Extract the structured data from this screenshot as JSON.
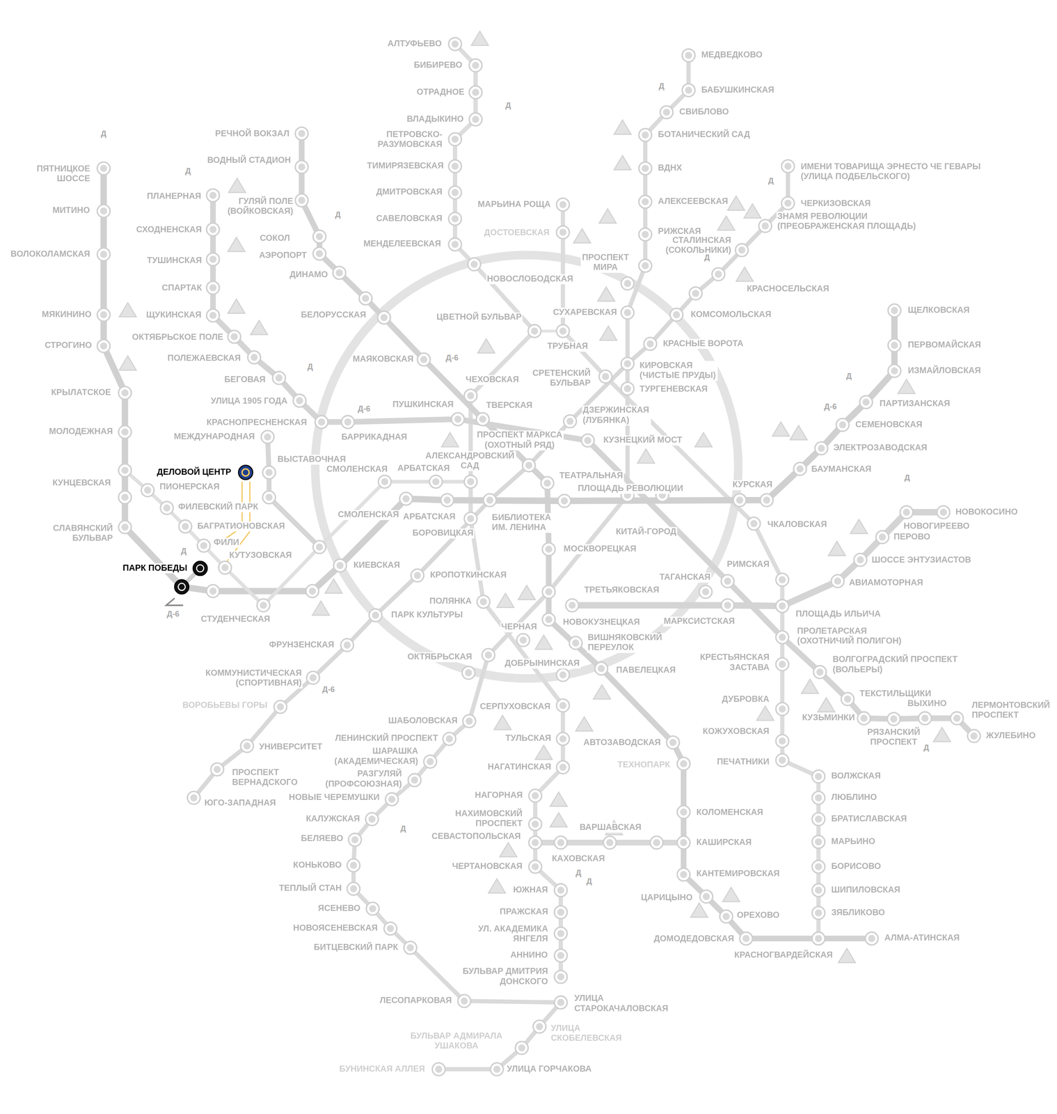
{
  "diagram": {
    "labels": [
      "АЛТУФЬЕВО",
      "БИБИРЕВО",
      "ОТРАДНОЕ",
      "ВЛАДЫКИНО",
      "ПЕТРОВСКО- РАЗУМОВСКАЯ",
      "ТИМИРЯЗЕВСКАЯ",
      "ДМИТРОВСКАЯ",
      "САВЕЛОВСКАЯ",
      "МЕНДЕЛЕЕВСКАЯ",
      "НОВОСЛОБОДСКАЯ",
      "МАРЬИНА РОЩА",
      "ДОСТОЕВСКАЯ",
      "МЕДВЕДКОВО",
      "БАБУШКИНСКАЯ",
      "СВИБЛОВО",
      "БОТАНИЧЕСКИЙ САД",
      "ВДНХ",
      "АЛЕКСЕЕВСКАЯ",
      "РИЖСКАЯ",
      "СТАЛИНСКАЯ (СОКОЛЬНИКИ)",
      "ПРОСПЕКТ МИРА",
      "ИМЕНИ ТОВАРИЩА ЭРНЕСТО ЧЕ ГЕВАРЫ (УЛИЦА ПОДБЕЛЬСКОГО)",
      "ЧЕРКИЗОВСКАЯ",
      "ЗНАМЯ РЕВОЛЮЦИИ (ПРЕОБРАЖЕНСКАЯ ПЛОЩАДЬ)",
      "КРАСНОСЕЛЬСКАЯ",
      "КОМСОМОЛЬСКАЯ",
      "СУХАРЕВСКАЯ",
      "КРАСНЫЕ ВОРОТА",
      "ЦВЕТНОЙ БУЛЬВАР",
      "ТРУБНАЯ",
      "МАЯКОВСКАЯ",
      "ЧЕХОВСКАЯ",
      "СРЕТЕНСКИЙ БУЛЬВАР",
      "КИРОВСКАЯ (ЧИСТЫЕ ПРУДЫ)",
      "ТУРГЕНЕВСКАЯ",
      "ПУШКИНСКАЯ",
      "ТВЕРСКАЯ",
      "ДЗЕРЖИНСКАЯ (ЛУБЯНКА)",
      "БАРРИКАДНАЯ",
      "ПРОСПЕКТ МАРКСА (ОХОТНЫЙ РЯД)",
      "КУЗНЕЦКИЙ МОСТ",
      "АЛЕКСАНДРОВСКИЙ САД",
      "СМОЛЕНСКАЯ",
      "АРБАТСКАЯ",
      "ТЕАТРАЛЬНАЯ",
      "ПЛОЩАДЬ РЕВОЛЮЦИИ",
      "КУРСКАЯ",
      "СМОЛЕНСКАЯ",
      "АРБАТСКАЯ",
      "БИБЛИОТЕКА ИМ. ЛЕНИНА",
      "БОРОВИЦКАЯ",
      "КИТАЙ-ГОРОД",
      "ЧКАЛОВСКАЯ",
      "МОСКВОРЕЦКАЯ",
      "КИЕВСКАЯ",
      "КРОПОТКИНСКАЯ",
      "ТРЕТЬЯКОВСКАЯ",
      "ТАГАНСКАЯ",
      "ПОЛЯНКА",
      "ПАРК КУЛЬТУРЫ",
      "НОВОКУЗНЕЦКАЯ",
      "МАРКСИСТСКАЯ",
      "ЧЕРНАЯ",
      "ВИШНЯКОВСКИЙ ПЕРЕУЛОК",
      "ФРУНЗЕНСКАЯ",
      "ОКТЯБРЬСКАЯ",
      "ДОБРЫНИНСКАЯ",
      "ПАВЕЛЕЦКАЯ",
      "КОММУНИСТИЧЕСКАЯ (СПОРТИВНАЯ)",
      "ВОРОБЬЕВЫ ГОРЫ",
      "СЕРПУХОВСКАЯ",
      "ШАБОЛОВСКАЯ",
      "ЛЕНИНСКИЙ ПРОСПЕКТ",
      "ТУЛЬСКАЯ",
      "АВТОЗАВОДСКАЯ",
      "УНИВЕРСИТЕТ",
      "ШАРАШКА (АКАДЕМИЧЕСКАЯ)",
      "НАГАТИНСКАЯ",
      "ТЕХНОПАРК",
      "ПРОСПЕКТ ВЕРНАДСКОГО",
      "РАЗГУЛЯЙ (ПРОФСОЮЗНАЯ)",
      "НАГОРНАЯ",
      "НОВЫЕ ЧЕРЕМУШКИ",
      "ЮГО-ЗАПАДНАЯ",
      "НАХИМОВСКИЙ ПРОСПЕКТ",
      "КАЛУЖСКАЯ",
      "КОЛОМЕНСКАЯ",
      "ВАРШАВСКАЯ",
      "СЕВАСТОПОЛЬСКАЯ",
      "БЕЛЯЕВО",
      "КАШИРСКАЯ",
      "КАХОВСКАЯ",
      "КОНЬКОВО",
      "ЧЕРТАНОВСКАЯ",
      "КАНТЕМИРОВСКАЯ",
      "ТЕПЛЫЙ СТАН",
      "ЮЖНАЯ",
      "ЦАРИЦЫНО",
      "ЯСЕНЕВО",
      "ПРАЖСКАЯ",
      "ОРЕХОВО",
      "НОВОЯСЕНЕВСКАЯ",
      "УЛ. АКАДЕМИКА ЯНГЕЛЯ",
      "БИТЦЕВСКИЙ ПАРК",
      "АННИНО",
      "ДОМОДЕДОВСКАЯ",
      "КРАСНОГВАРДЕЙСКАЯ",
      "АЛМА-АТИНСКАЯ",
      "БУЛЬВАР ДМИТРИЯ ДОНСКОГО",
      "ЛЕСОПАРКОВАЯ",
      "УЛИЦА СТАРОКАЧАЛОВСКАЯ",
      "УЛИЦА СКОБЕЛЕВСКАЯ",
      "БУЛЬВАР АДМИРАЛА УШАКОВА",
      "БУНИНСКАЯ АЛЛЕЯ",
      "УЛИЦА ГОРЧАКОВА",
      "ПЯТНИЦКОЕ ШОССЕ",
      "МИТИНО",
      "ВОЛОКОЛАМСКАЯ",
      "МЯКИНИНО",
      "СТРОГИНО",
      "КРЫЛАТСКОЕ",
      "МОЛОДЕЖНАЯ",
      "КУНЦЕВСКАЯ",
      "СЛАВЯНСКИЙ БУЛЬВАР",
      "РЕЧНОЙ ВОКЗАЛ",
      "ВОДНЫЙ СТАДИОН",
      "ГУЛЯЙ ПОЛЕ (ВОЙКОВСКАЯ)",
      "СОКОЛ",
      "АЭРОПОРТ",
      "ДИНАМО",
      "БЕЛОРУССКАЯ",
      "ПЛАНЕРНАЯ",
      "СХОДНЕНСКАЯ",
      "ТУШИНСКАЯ",
      "СПАРТАК",
      "ЩУКИНСКАЯ",
      "ОКТЯБРЬСКОЕ ПОЛЕ",
      "ПОЛЕЖАЕВСКАЯ",
      "БЕГОВАЯ",
      "УЛИЦА 1905 ГОДА",
      "КРАСНОПРЕСНЕНСКАЯ",
      "МЕЖДУНАРОДНАЯ",
      "ДЕЛОВОЙ ЦЕНТР",
      "ВЫСТАВОЧНАЯ",
      "ПИОНЕРСКАЯ",
      "ФИЛЕВСКИЙ ПАРК",
      "БАГРАТИОНОВСКАЯ",
      "ФИЛИ",
      "КУТУЗОВСКАЯ",
      "ПАРК ПОБЕДЫ",
      "СТУДЕНЧЕСКАЯ",
      "ЩЕЛКОВСКАЯ",
      "ПЕРВОМАЙСКАЯ",
      "ИЗМАЙЛОВСКАЯ",
      "ПАРТИЗАНСКАЯ",
      "СЕМЕНОВСКАЯ",
      "ЭЛЕКТРОЗАВОДСКАЯ",
      "БАУМАНСКАЯ",
      "НОВОКОСИНО",
      "НОВОГИРЕЕВО",
      "ПЕРОВО",
      "ШОССЕ ЭНТУЗИАСТОВ",
      "АВИАМОТОРНАЯ",
      "РИМСКАЯ",
      "ПЛОЩАДЬ ИЛЬИЧА",
      "ПРОЛЕТАРСКАЯ (ОХОТНИЧИЙ ПОЛИГОН)",
      "КРЕСТЬЯНСКАЯ ЗАСТАВА",
      "ВОЛГОГРАДСКИЙ ПРОСПЕКТ (ВОЛЬЕРЫ)",
      "ТЕКСТИЛЬЩИКИ",
      "ДУБРОВКА",
      "ВЫХИНО",
      "ЛЕРМОНТОВСКИЙ ПРОСПЕКТ",
      "КУЗЬМИНКИ",
      "КОЖУХОВСКАЯ",
      "РЯЗАНСКИЙ ПРОСПЕКТ",
      "ЖУЛЕБИНО",
      "ПЕЧАТНИКИ",
      "ВОЛЖСКАЯ",
      "ЛЮБЛИНО",
      "БРАТИСЛАВСКАЯ",
      "МАРЬИНО",
      "БОРИСОВО",
      "ШИПИЛОВСКАЯ",
      "ЗЯБЛИКОВО",
      "Д",
      "Д",
      "Д",
      "Д",
      "Д",
      "Д",
      "Д",
      "Д",
      "Д",
      "Д",
      "Д",
      "Д",
      "Д",
      "Д",
      "Д",
      "Д-6",
      "Д-6",
      "Д-6",
      "Д-6",
      "Д-6"
    ]
  }
}
